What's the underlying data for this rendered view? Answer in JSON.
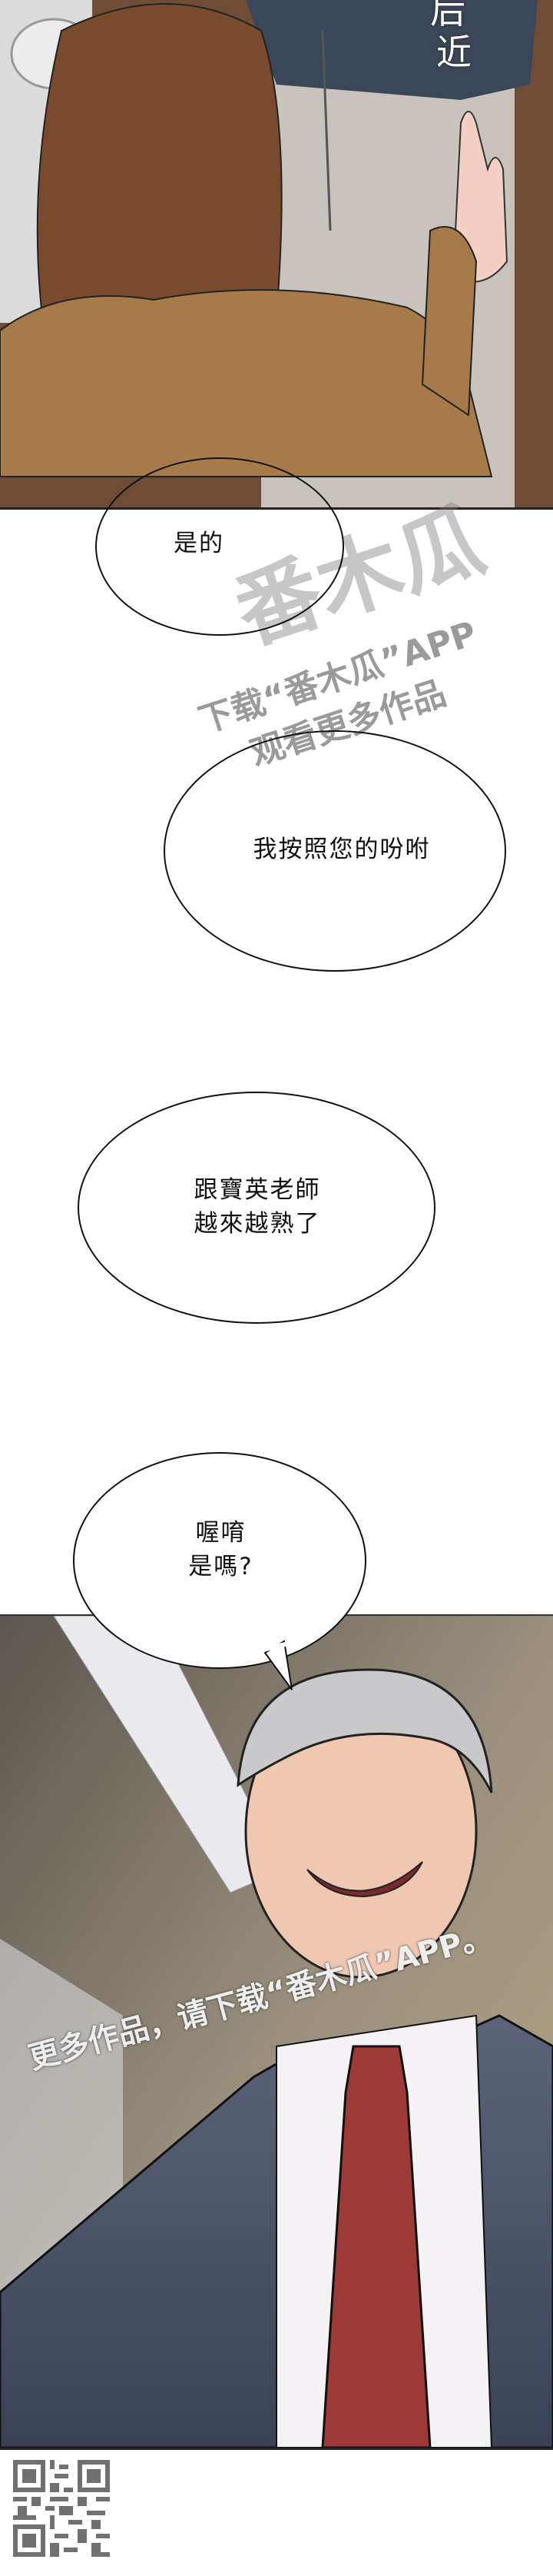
{
  "panel1": {
    "sfx": [
      "后",
      "近"
    ],
    "colors": {
      "hair": "#7a4a2e",
      "jacket": "#a77a4a",
      "suit": "#3b4658",
      "pants": "#c8c2bc",
      "skin": "#f3cfc4"
    }
  },
  "bubbles": [
    {
      "text": "是的"
    },
    {
      "text": "我按照您的吩咐"
    },
    {
      "text": "跟寶英老師\n越來越熟了"
    },
    {
      "text": "喔唷\n是嗎?"
    }
  ],
  "watermark": {
    "logo": "番木瓜",
    "line1": "下载“番木瓜”APP",
    "line2": "观看更多作品"
  },
  "panel2": {
    "watermark": "更多作品，请下载“番木瓜”APP。",
    "colors": {
      "suit": "#3e4759",
      "tie": "#9b3a36",
      "shirt": "#f4f2f4",
      "hair": "#c9c9cc",
      "wall": "#8d8272"
    }
  },
  "qr": {
    "icon": "qr-code-icon"
  }
}
